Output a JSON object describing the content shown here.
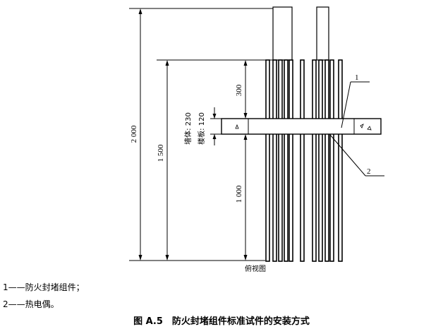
{
  "dimensions": {
    "total_height": "2 000",
    "specimen_height": "1 500",
    "upper_part": "300",
    "lower_part": "1 000",
    "wall_thickness": "墙体: 230",
    "floor_thickness": "楼板: 120"
  },
  "callouts": {
    "one": "1",
    "two": "2"
  },
  "view_label": "俯视图",
  "legend": [
    {
      "number": "1",
      "dash": "——",
      "text": "防火封堵组件；"
    },
    {
      "number": "2",
      "dash": "——",
      "text": "热电偶。"
    }
  ],
  "caption": "图 A.5　防火封堵组件标准试件的安装方式"
}
